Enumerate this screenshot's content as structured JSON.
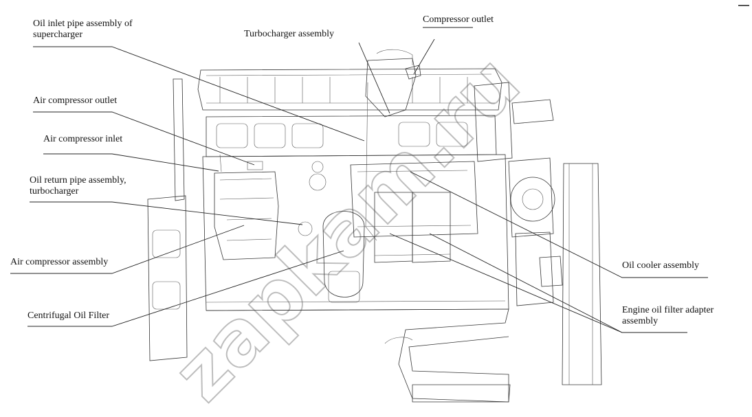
{
  "labels": {
    "oil_inlet_pipe_line1": "Oil inlet pipe assembly of",
    "oil_inlet_pipe_line2": "supercharger",
    "turbocharger": "Turbocharger assembly",
    "compressor_outlet": "Compressor outlet",
    "air_compressor_outlet": "Air compressor outlet",
    "air_compressor_inlet": "Air compressor inlet",
    "oil_return_line1": "Oil return pipe assembly,",
    "oil_return_line2": "turbocharger",
    "air_compressor_assembly": "Air compressor assembly",
    "centrifugal_filter": "Centrifugal Oil Filter",
    "oil_cooler": "Oil cooler assembly",
    "filter_adapter_line1": "Engine oil filter adapter",
    "filter_adapter_line2": "assembly"
  },
  "watermark": "zapkam.ru"
}
